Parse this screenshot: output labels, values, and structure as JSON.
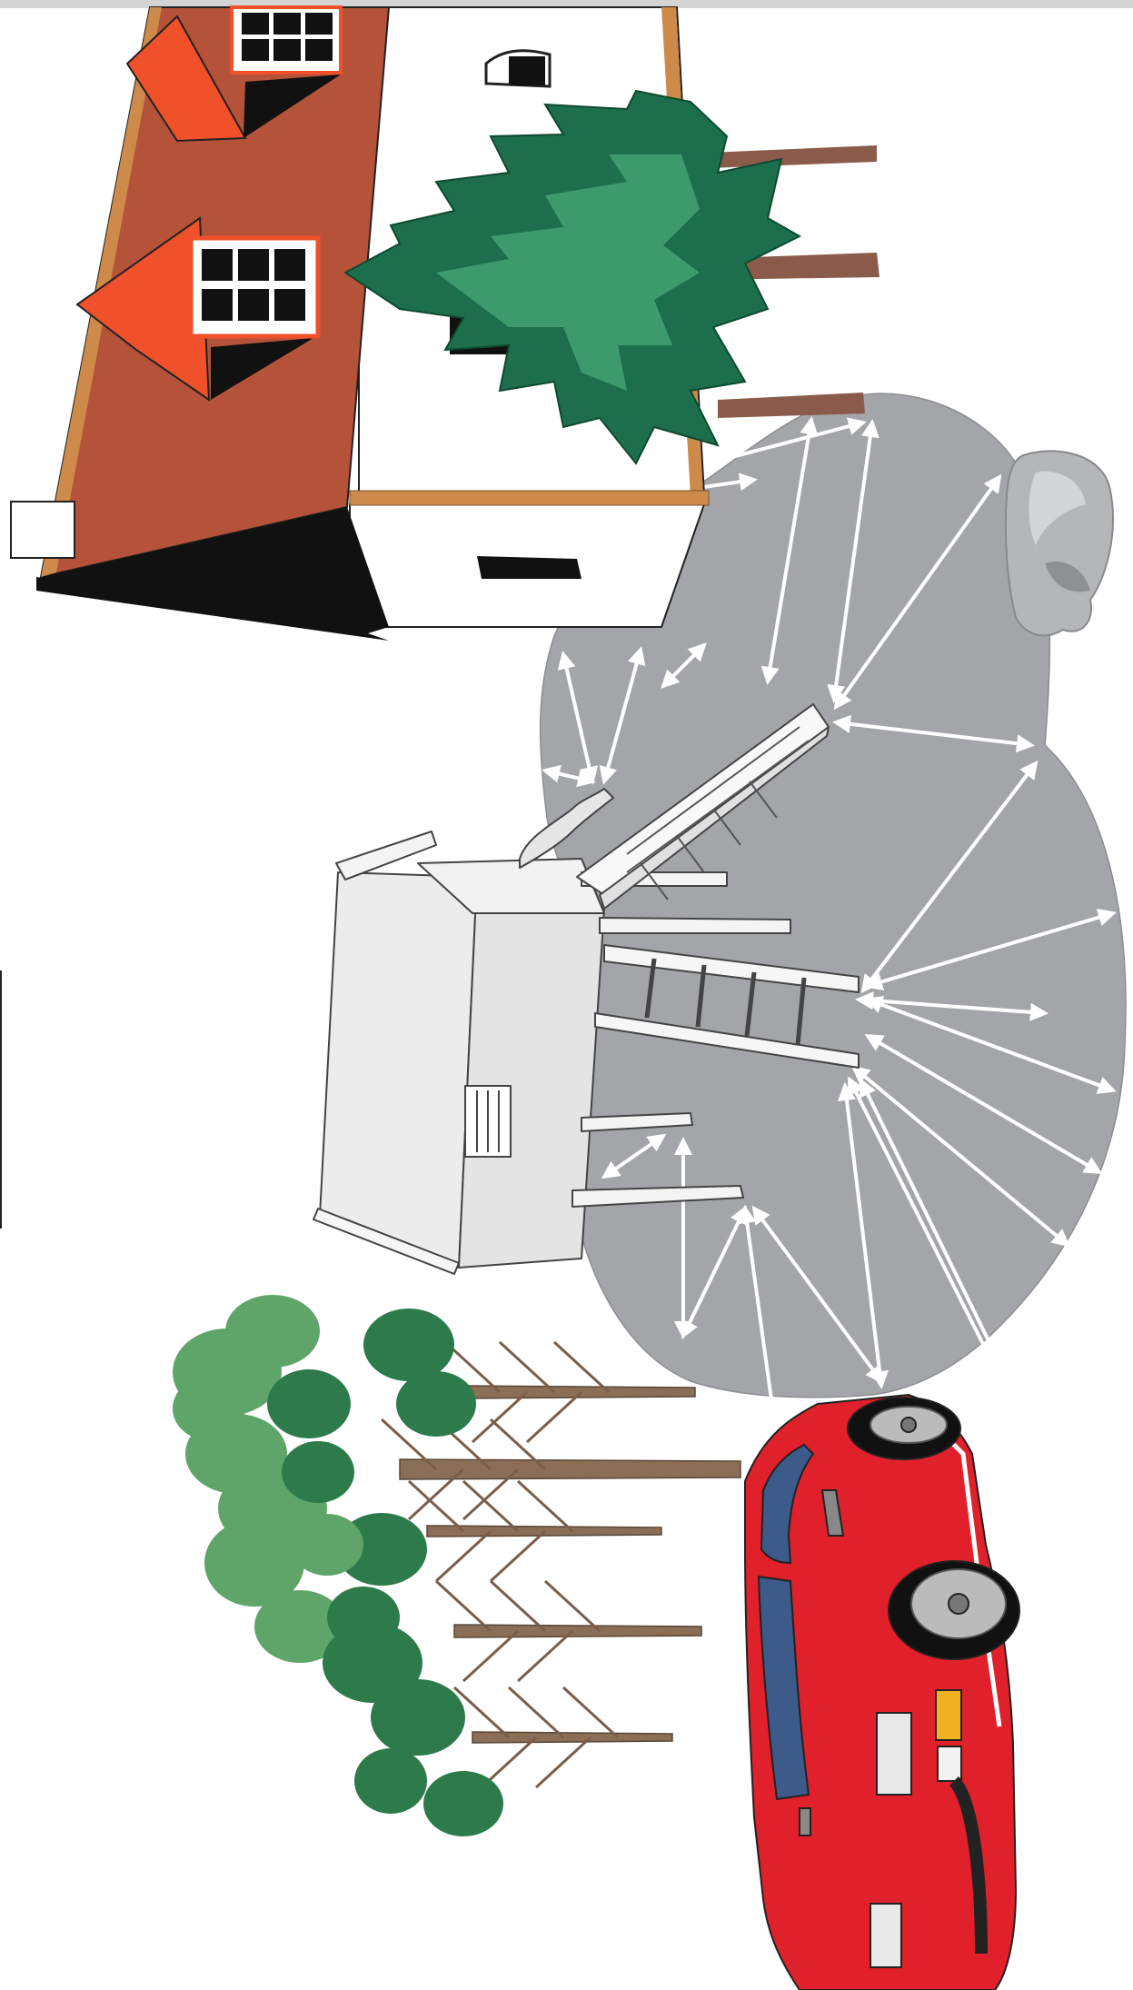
{
  "diagram": {
    "colors": {
      "background": "#ffffff",
      "safety_zone": "#a4a5a8",
      "arrow": "#ffffff",
      "roof": "#b5533a",
      "dormer": "#f0502a",
      "trim": "#cd8a4a",
      "house_wall": "#ffffff",
      "tree_dark": "#1d6e4c",
      "tree_light": "#3d9a6c",
      "leaf_light": "#5fa56a",
      "leaf_dark": "#2d7a4a",
      "trunk": "#8a6e56",
      "car_body": "#e0202a",
      "car_glass": "#3c5a8a",
      "playset": "#eeeeee",
      "rock": "#b5b6b8"
    },
    "objects": [
      {
        "id": "house",
        "icon": "house-icon"
      },
      {
        "id": "evergreen-tree",
        "icon": "evergreen-tree-icon"
      },
      {
        "id": "boulder",
        "icon": "rock-icon"
      },
      {
        "id": "play-structure",
        "icon": "play-structure-icon"
      },
      {
        "id": "deciduous-trees",
        "icon": "deciduous-tree-icon"
      },
      {
        "id": "car",
        "icon": "car-icon"
      }
    ],
    "clearance_arrows": 24
  }
}
